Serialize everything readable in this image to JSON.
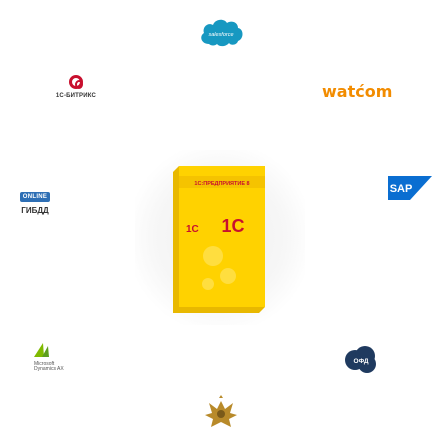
{
  "logos": {
    "salesforce": {
      "text": "salesforce",
      "color": "#1798c1"
    },
    "bitrix": {
      "label": "1С-БИТРИКС",
      "color": "#c8102e"
    },
    "watcom": {
      "text": "watćom",
      "color": "#f28c00"
    },
    "box_1c": {
      "title": "1С:ПРЕДПРИЯТИЕ 8",
      "logo": "1С",
      "color": "#ffd200"
    },
    "online": {
      "badge": "ONLINE",
      "label": "ГИБДД",
      "color": "#2e6fb5"
    },
    "sap": {
      "text": "SAP",
      "color": "#0a6ed1"
    },
    "dynamics": {
      "line1": "Microsoft",
      "line2": "Dynamics AX"
    },
    "ofd": {
      "text": "ОФД",
      "color": "#1f3a5f"
    },
    "emblem": {
      "icon": "emblem-icon"
    }
  }
}
